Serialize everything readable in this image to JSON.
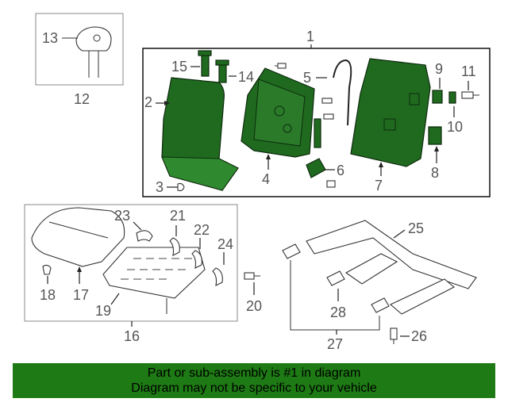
{
  "callouts": {
    "c1": "1",
    "c2": "2",
    "c3": "3",
    "c4": "4",
    "c5": "5",
    "c6": "6",
    "c7": "7",
    "c8": "8",
    "c9": "9",
    "c10": "10",
    "c11": "11",
    "c12": "12",
    "c13": "13",
    "c14": "14",
    "c15": "15",
    "c16": "16",
    "c17": "17",
    "c18": "18",
    "c19": "19",
    "c20": "20",
    "c21": "21",
    "c22": "22",
    "c23": "23",
    "c24": "24",
    "c25": "25",
    "c26": "26",
    "c27": "27",
    "c28": "28"
  },
  "notice": {
    "line1": "Part or sub-assembly is #1 in diagram",
    "line2": "Diagram may not be specific to your vehicle",
    "background": "#1e7a14"
  },
  "colors": {
    "highlight_part": "#1f6a1f",
    "callout_text": "#555555"
  }
}
